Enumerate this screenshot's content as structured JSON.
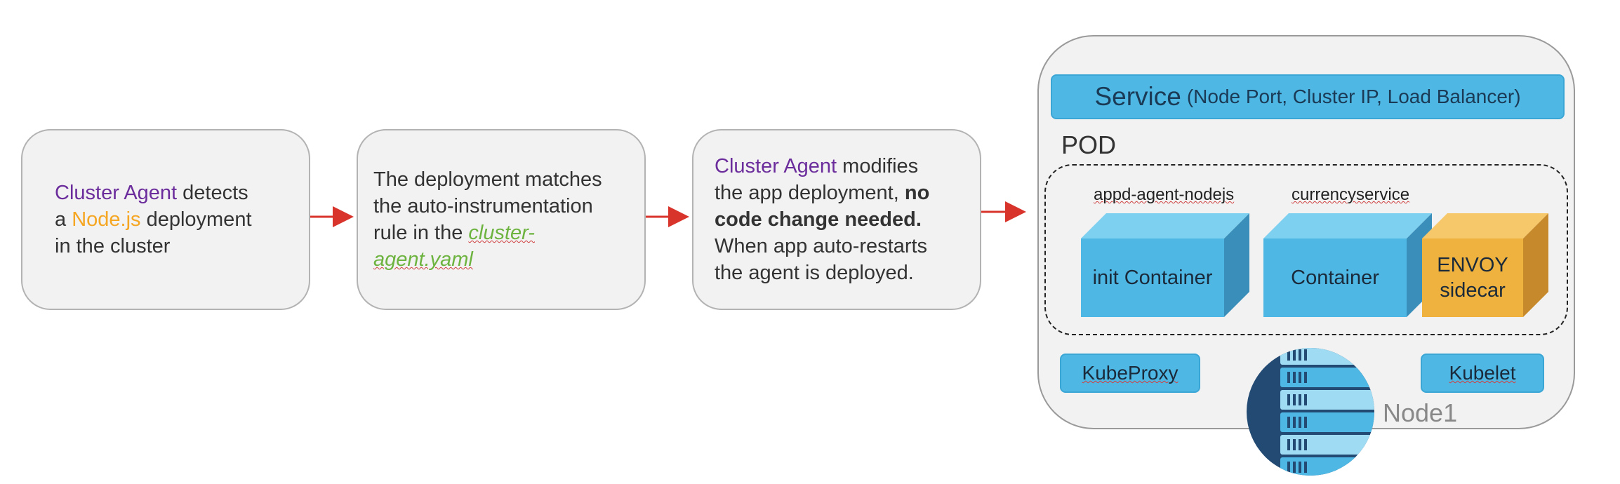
{
  "steps": [
    {
      "line1_purple": "Cluster Agent",
      "line1_rest": " detects",
      "line2_a": "a ",
      "line2_orange": "Node.js",
      "line2_b": " deployment",
      "line3": "in the cluster"
    },
    {
      "line1": "The deployment matches",
      "line2": "the auto-instrumentation",
      "line3_a": "rule in the ",
      "line3_green": "cluster-",
      "line4_green": "agent.yaml"
    },
    {
      "line1_purple": "Cluster Agent",
      "line1_rest": " modifies",
      "line2_a": "the app deployment, ",
      "line2_bold": "no",
      "line3_bold": "code change needed.",
      "line4": "When app auto-restarts",
      "line5": "the agent is deployed."
    }
  ],
  "node": {
    "service_main": "Service",
    "service_sub": "(Node Port, Cluster IP, Load Balancer)",
    "pod_label": "POD",
    "containers": [
      {
        "name": "appd-agent-nodejs",
        "face": "init Container"
      },
      {
        "name": "currencyservice",
        "face": "Container"
      }
    ],
    "sidecar_line1": "ENVOY",
    "sidecar_line2": "sidecar",
    "kubeproxy": "KubeProxy",
    "kubelet": "Kubelet",
    "node_label": "Node1"
  },
  "colors": {
    "purple": "#6c2d9c",
    "orange": "#f5a623",
    "green": "#6db33f",
    "arrow": "#d9342b",
    "blue": "#4fb7e3",
    "envoy": "#f0b23e"
  }
}
